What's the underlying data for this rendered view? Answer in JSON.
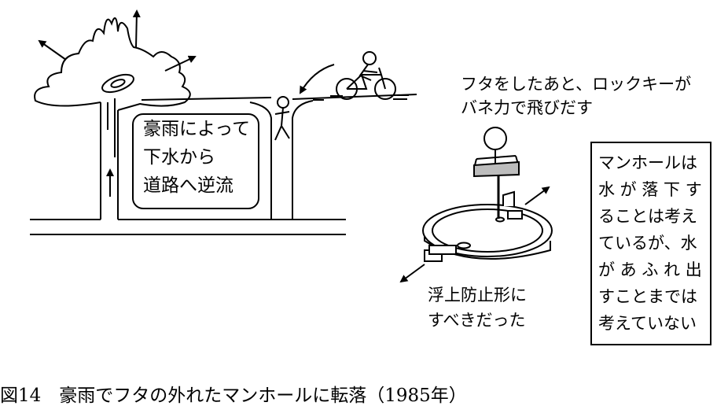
{
  "labels": {
    "overflow_box": [
      "豪雨によって",
      "下水から",
      "道路へ逆流"
    ],
    "lock_key_note": [
      "フタをしたあと、ロックキーが",
      "バネ力で飛びだす"
    ],
    "manhole_note": [
      "マンホールは",
      "水 が 落 下 す",
      "ることは考え",
      "ているが、水",
      "が あ ふ れ 出",
      "すことまでは",
      "考えていない"
    ],
    "float_note": [
      "浮上防止形に",
      "すべきだった"
    ]
  },
  "caption": "図14　豪雨でフタの外れたマンホールに転落（1985年）",
  "colors": {
    "ink": "#000000",
    "lock_bar": "#bdbdbd",
    "background": "#ffffff"
  }
}
